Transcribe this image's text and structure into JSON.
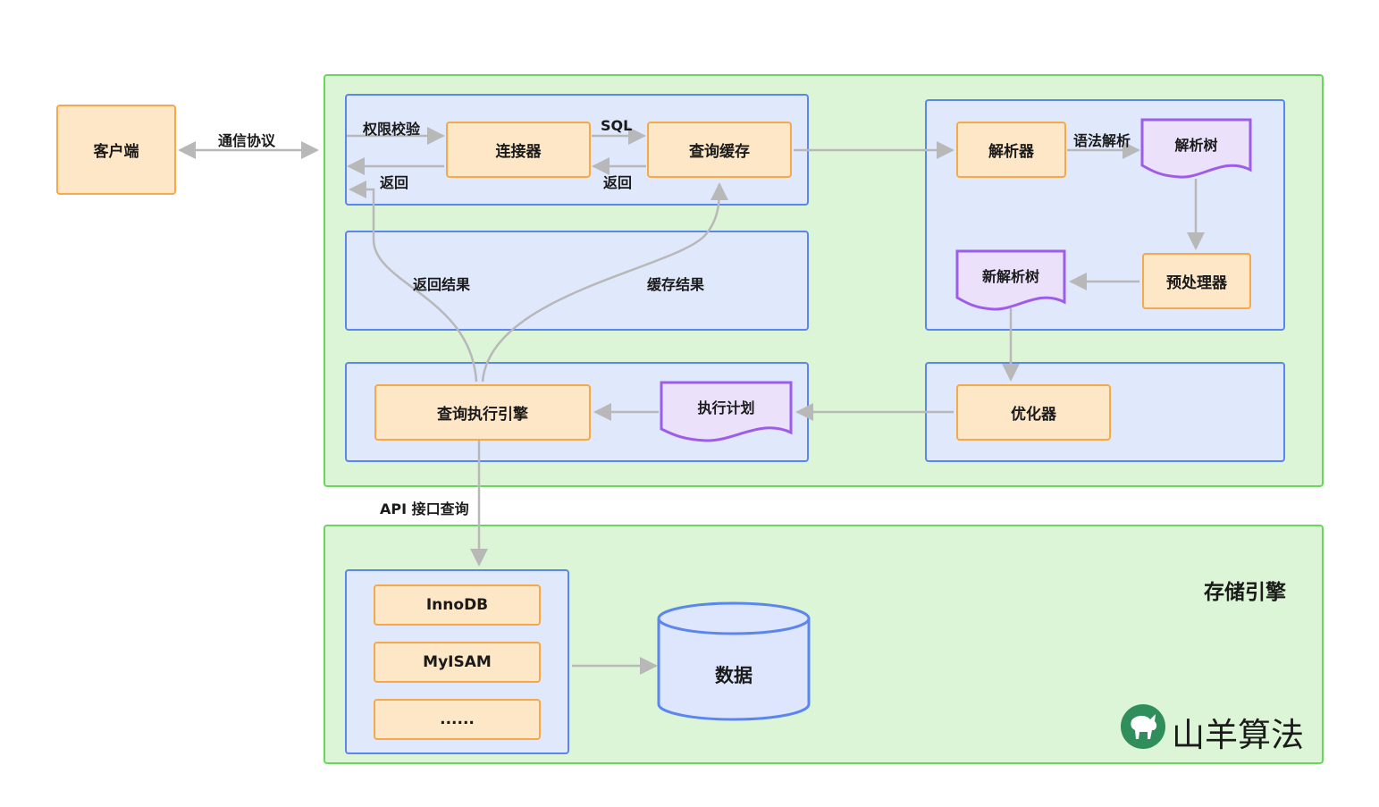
{
  "client": {
    "label": "客户端"
  },
  "protocol": {
    "label": "通信协议"
  },
  "connection": {
    "auth_label": "权限校验",
    "connector": "连接器",
    "sql_label": "SQL",
    "query_cache": "查询缓存",
    "return_label_1": "返回",
    "return_label_2": "返回"
  },
  "results": {
    "return_result": "返回结果",
    "cache_result": "缓存结果"
  },
  "parser": {
    "parser": "解析器",
    "syntax_label": "语法解析",
    "parse_tree": "解析树",
    "preprocessor": "预处理器",
    "new_parse_tree": "新解析树"
  },
  "optimizer": {
    "label": "优化器"
  },
  "executor": {
    "engine": "查询执行引擎",
    "plan": "执行计划"
  },
  "api": {
    "label": "API 接口查询"
  },
  "storage": {
    "title": "存储引擎",
    "engines": [
      "InnoDB",
      "MyISAM",
      "......"
    ],
    "data": "数据"
  },
  "brand": {
    "name": "山羊算法",
    "icon": "goat-icon"
  },
  "colors": {
    "green_fill": "#dcf5d6",
    "green_border": "#6bd65e",
    "blue_fill": "#e0e8fc",
    "blue_border": "#5b86ee",
    "orange_fill": "#fde7c7",
    "orange_border": "#f5a94a",
    "purple_fill": "#ebe1fb",
    "purple_border": "#9d5cea",
    "arrow": "#b8b8b8"
  }
}
